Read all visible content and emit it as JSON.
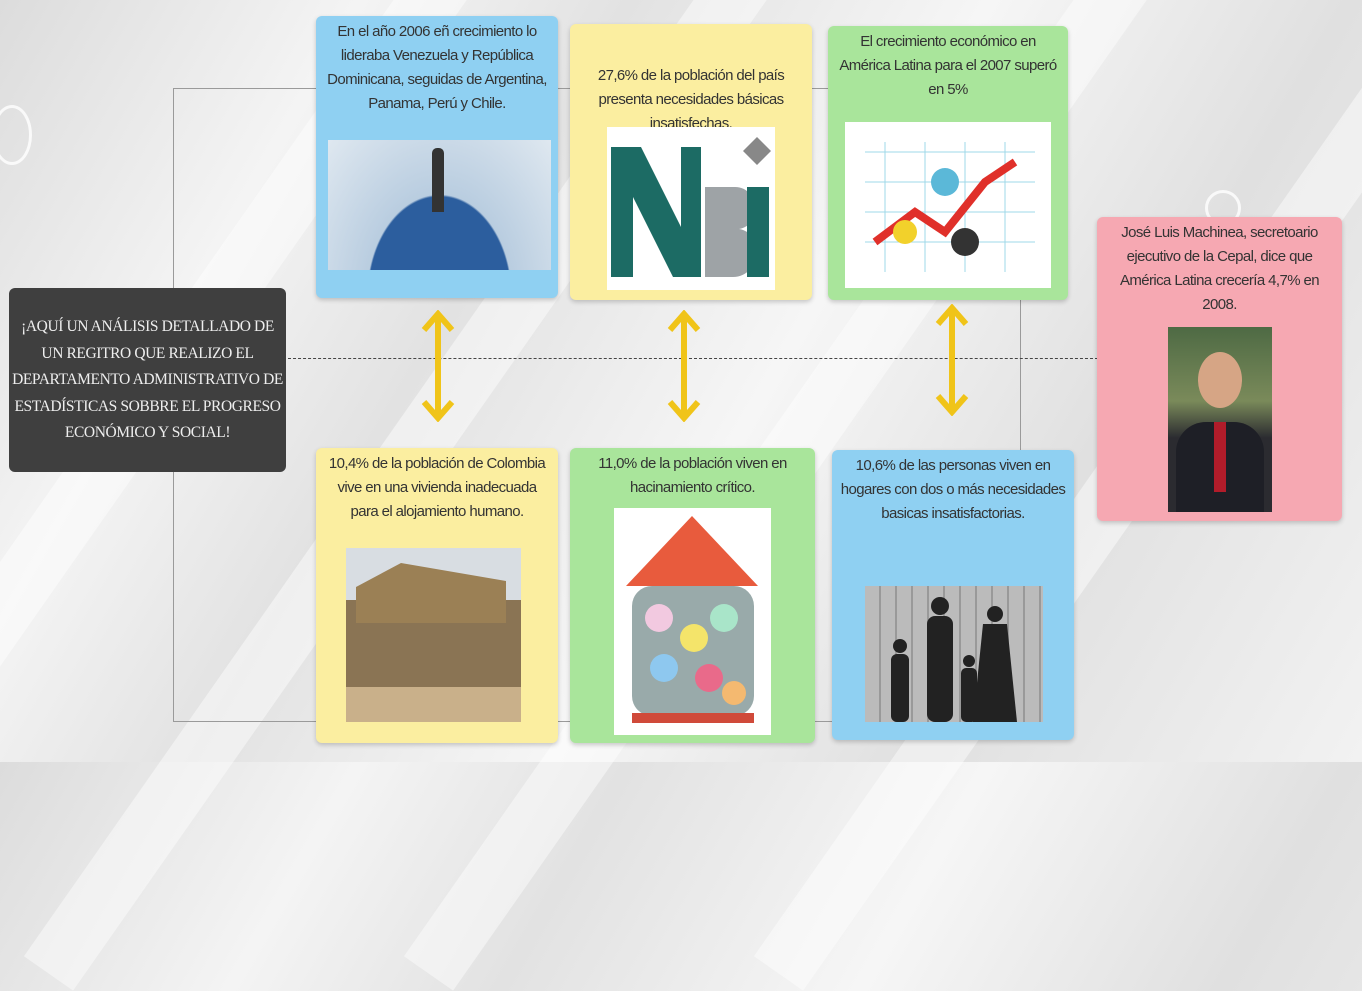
{
  "intro": "¡AQUÍ UN ANÁLISIS DETALLADO DE UN REGITRO QUE REALIZO EL DEPARTAMENTO ADMINISTRATIVO DE ESTADÍSTICAS SOBBRE EL PROGRESO ECONÓMICO Y SOCIAL!",
  "cards": {
    "top_blue": "En el año 2006 eñ crecimiento lo lideraba Venezuela y  República Dominicana, seguidas de Argentina, Panama, Perú y Chile.",
    "top_yellow": "27,6% de la población del país presenta necesidades básicas insatisfechas.",
    "top_green": "El crecimiento económico en América Latina para el 2007 superó en 5%",
    "pink": "José Luis Machinea, secretoario ejecutivo de la Cepal, dice que América Latina crecería 4,7% en 2008.",
    "bottom_yellow": "10,4% de la población de Colombia vive en una vivienda inadecuada para el alojamiento humano.",
    "bottom_green": "11,0% de la población viven en hacinamiento crítico.",
    "bottom_blue": "10,6% de las personas viven en hogares con dos o más necesidades basicas insatisfactorias."
  },
  "nbi_logo": "NBI",
  "colors": {
    "arrow": "#f0c419",
    "blue": "#8fd0f2",
    "yellow": "#fbeea0",
    "green": "#a9e59b",
    "pink": "#f6a8b2"
  }
}
